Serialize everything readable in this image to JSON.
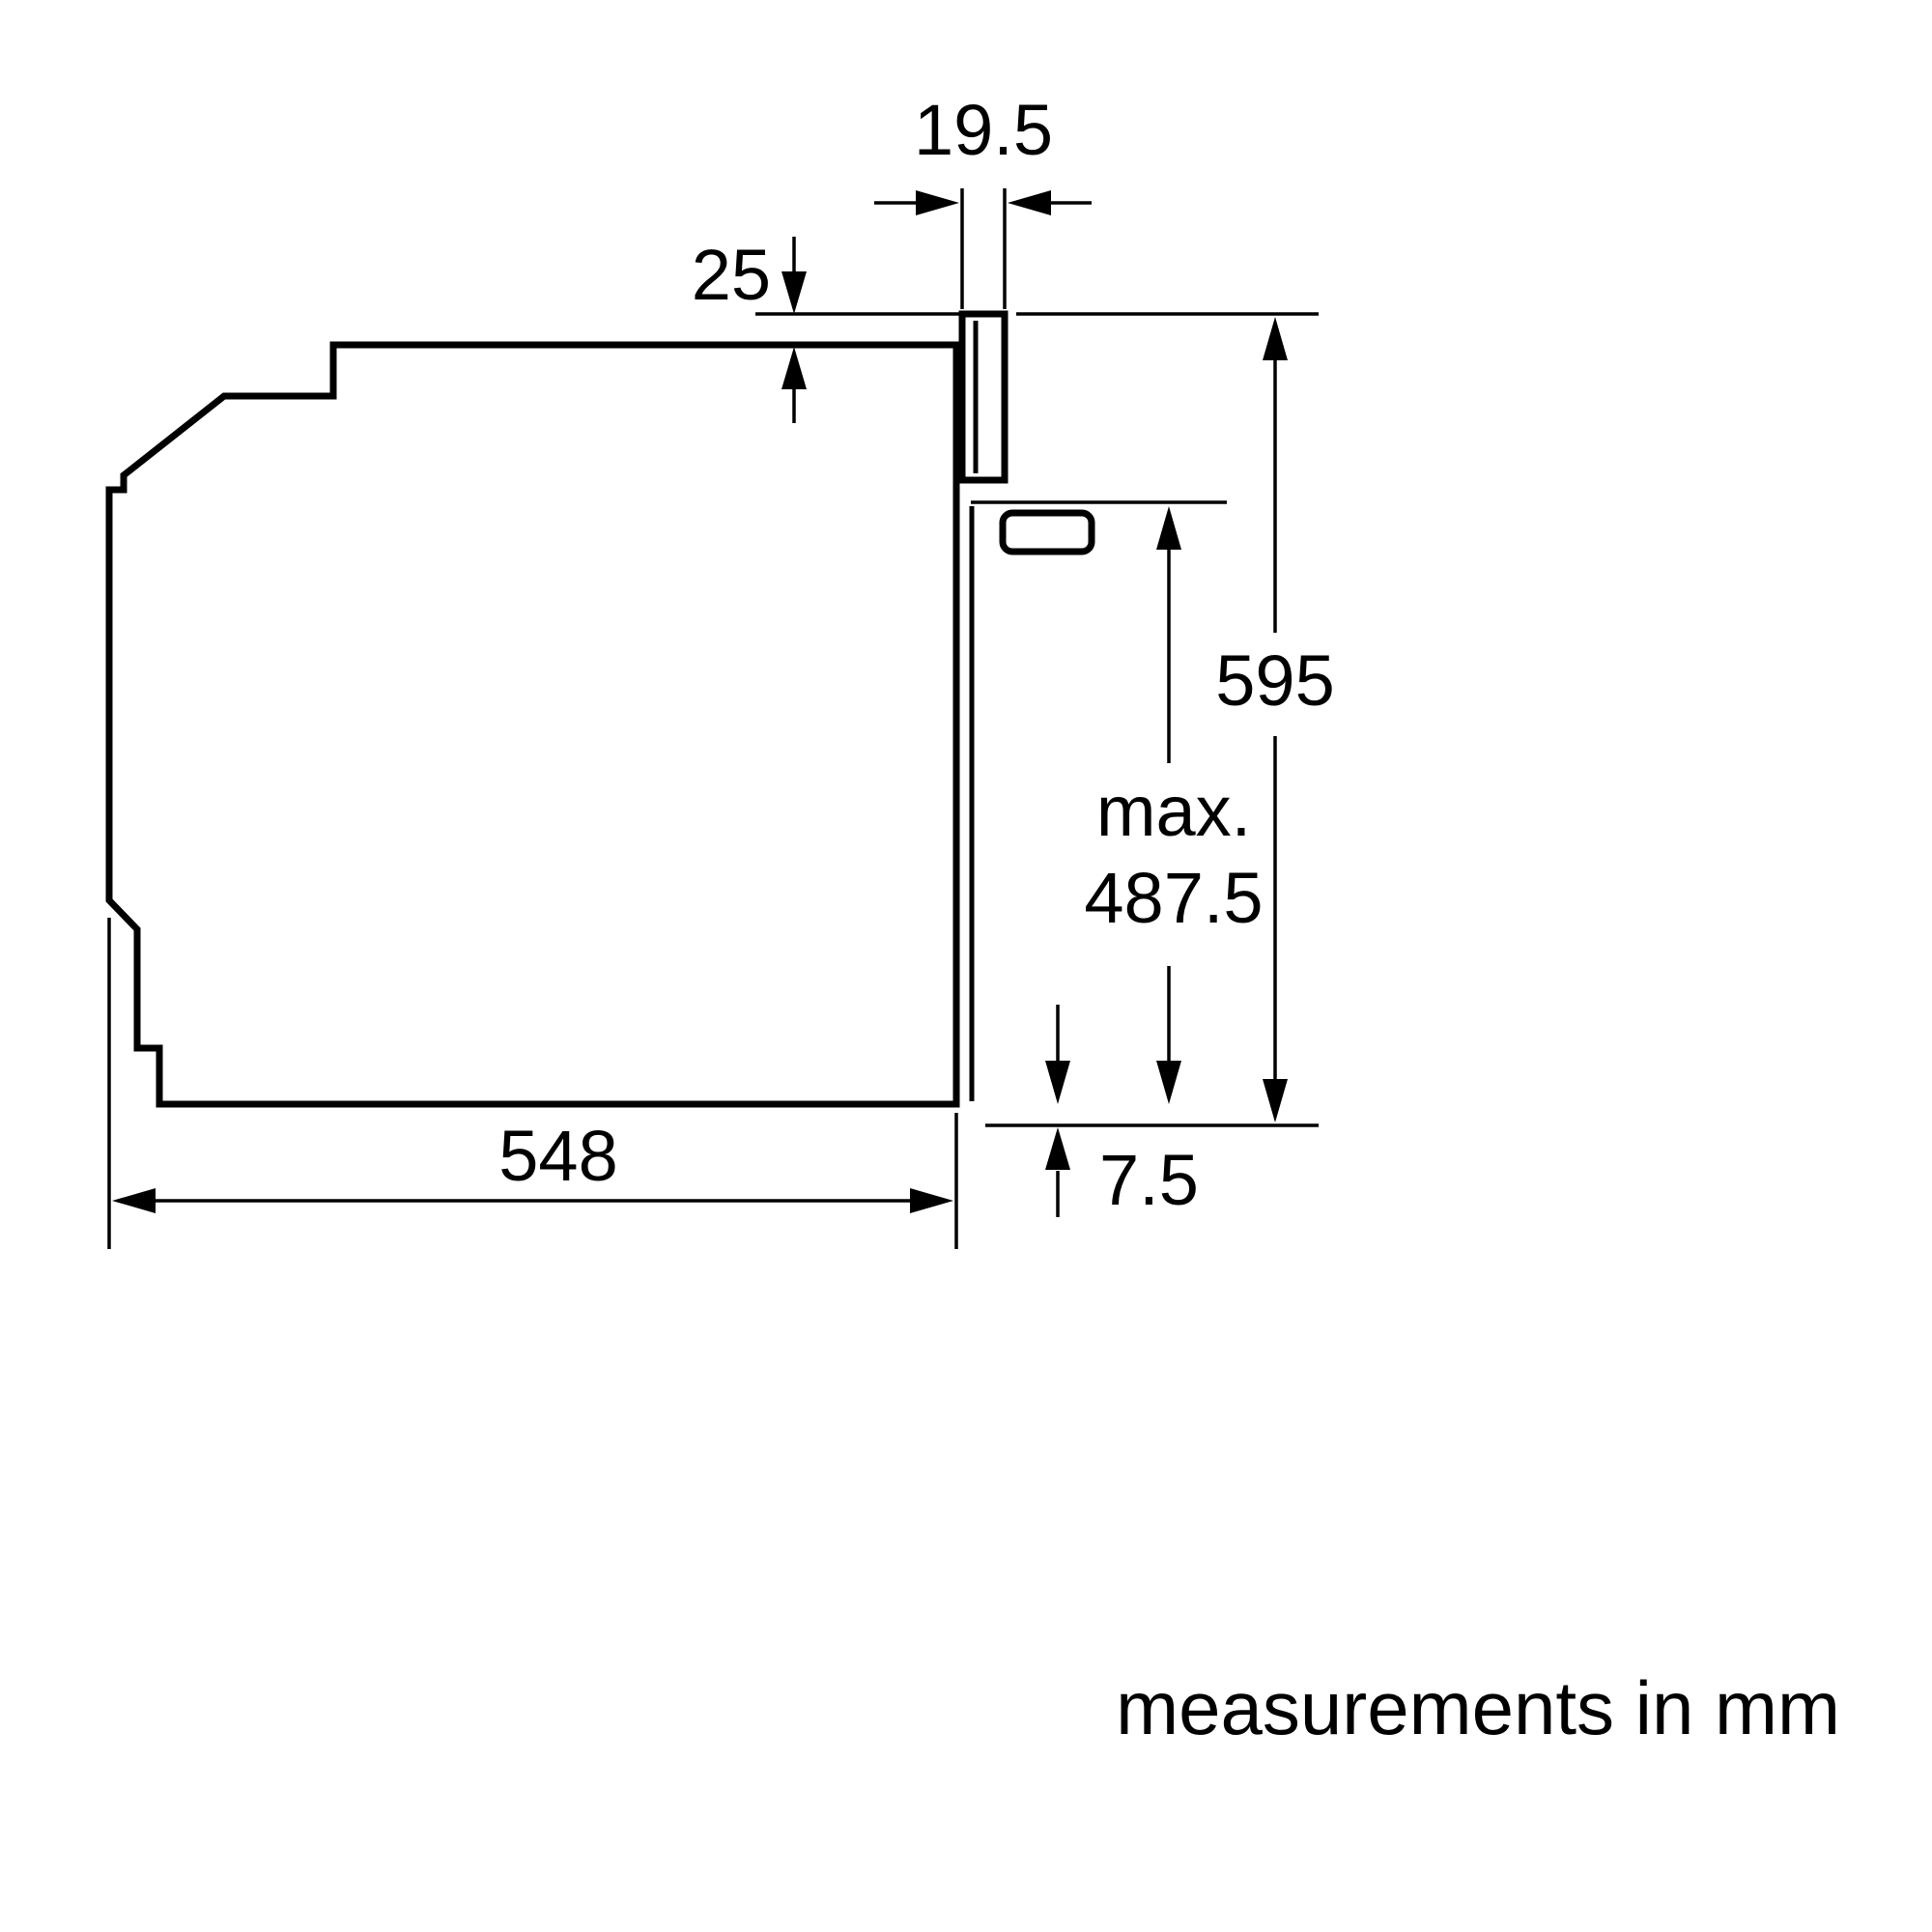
{
  "figure": {
    "type": "appliance-installation-dimension-diagram",
    "unit_note": "measurements in mm",
    "colors": {
      "ink": "#000000",
      "background": "#ffffff"
    },
    "dimensions": {
      "panel_thickness": "19.5",
      "top_clearance": "25",
      "front_height": "595",
      "max_label": "max.",
      "max_value": "487.5",
      "bottom_clearance": "7.5",
      "body_depth": "548"
    }
  }
}
